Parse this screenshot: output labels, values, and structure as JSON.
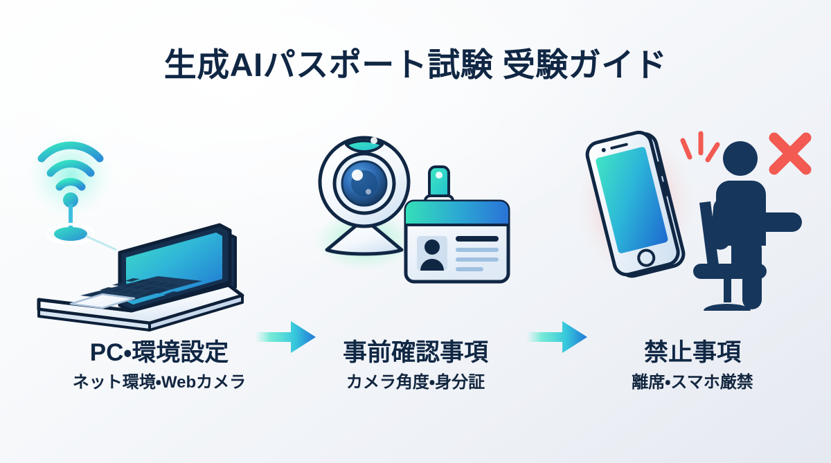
{
  "page": {
    "title": "生成AIパスポート試験 受験ガイド",
    "background_top": "#fdfefe",
    "background_bottom": "#e5e9f0",
    "text_color": "#102744"
  },
  "palette": {
    "navy": "#102744",
    "navy_dark": "#0d2038",
    "teal": "#34e0c0",
    "teal_deep": "#22c8b2",
    "cyan": "#3ad9e8",
    "blue": "#2a7fdb",
    "blue_deep": "#1f6fd0",
    "red": "#f25a52",
    "red_glow": "#ef5350",
    "card_light": "#eef4fb",
    "white": "#ffffff"
  },
  "steps": [
    {
      "index": 1,
      "title": "PC・環境設定",
      "subtitle": "ネット環境・Webカメラ",
      "icons": [
        "wifi-signal-icon",
        "laptop-icon"
      ]
    },
    {
      "index": 2,
      "title": "事前確認事項",
      "subtitle": "カメラ角度・身分証",
      "icons": [
        "webcam-icon",
        "id-card-icon"
      ]
    },
    {
      "index": 3,
      "title": "禁止事項",
      "subtitle": "離席・スマホ厳禁",
      "icons": [
        "smartphone-icon",
        "person-leaving-seat-icon",
        "red-x-icon"
      ]
    }
  ],
  "connectors": [
    {
      "index": 1,
      "name": "arrow-right-icon"
    },
    {
      "index": 2,
      "name": "arrow-right-icon"
    }
  ]
}
